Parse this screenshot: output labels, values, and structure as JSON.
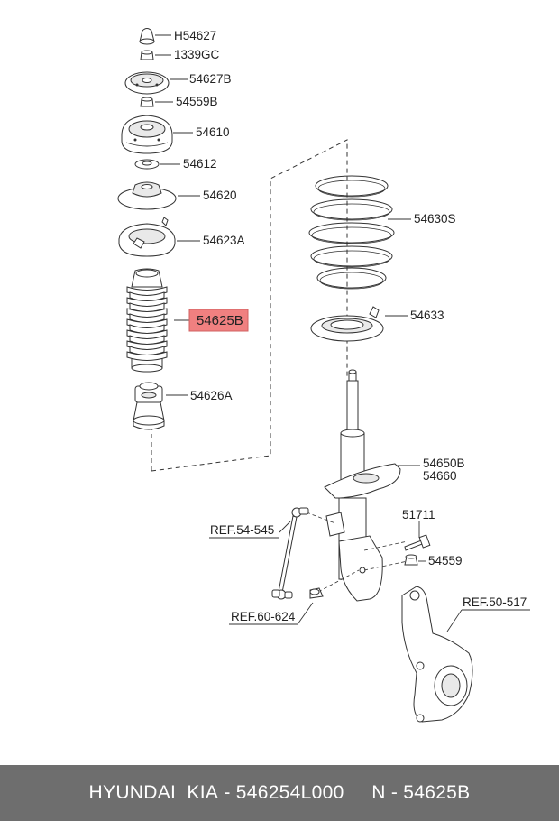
{
  "parts": {
    "h54627": "H54627",
    "p1339gc": "1339GC",
    "p54627b": "54627B",
    "p54559b": "54559B",
    "p54610": "54610",
    "p54612": "54612",
    "p54620": "54620",
    "p54623a": "54623A",
    "p54625b": "54625B",
    "p54626a": "54626A",
    "p54630s": "54630S",
    "p54633": "54633",
    "p54650b": "54650B",
    "p54660": "54660",
    "p51711": "51711",
    "p54559": "54559"
  },
  "refs": {
    "ref54545": "REF.54-545",
    "ref60624": "REF.60-624",
    "ref50517": "REF.50-517"
  },
  "highlight": {
    "color": "#f08080",
    "part": "54625B"
  },
  "footer": {
    "brand": "HYUNDAI  KIA",
    "part_number": "546254L000",
    "ref_code": "54625B",
    "sep1": " - ",
    "sep2": "     N - "
  }
}
